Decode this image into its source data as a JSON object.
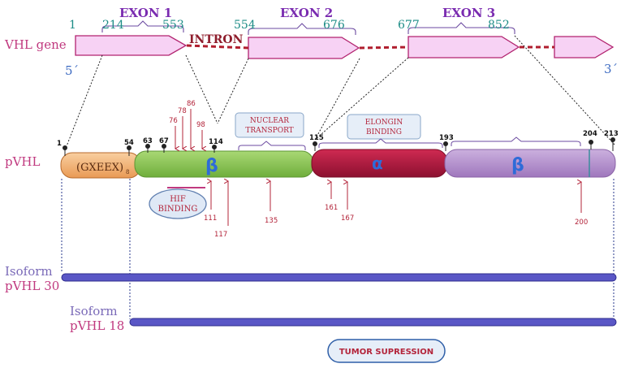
{
  "colors": {
    "exon_fill": "#f7d2f4",
    "exon_stroke": "#b2236f",
    "intron": "#b01e2e",
    "label_pink": "#c0397f",
    "exon_title": "#7a2bb0",
    "exon_num": "#1c8c86",
    "num_blue": "#3d6bc2",
    "mutation": "#b3243a",
    "acidic": "#f2b77c",
    "beta1": "#8fc75a",
    "alpha": "#b0193e",
    "beta2": "#b793cf",
    "greek": "#2e6bd8",
    "isoform_bar": "#5a57c6",
    "isoform_text": "#7a6ab8",
    "box_fill": "#e6eef8",
    "box_stroke": "#8aa7c9"
  },
  "gene": {
    "label": "VHL gene",
    "five_prime": "5´",
    "three_prime": "3´",
    "intron_label": "INTRON",
    "exons": [
      {
        "title": "EXON 1",
        "start": "1",
        "start2": "214",
        "end": "553"
      },
      {
        "title": "EXON 2",
        "start": "554",
        "end": "676"
      },
      {
        "title": "EXON 3",
        "start": "677",
        "end": "852"
      }
    ]
  },
  "protein": {
    "label": "pVHL",
    "acidic_label": "(GXEEX)",
    "acidic_sub": "8",
    "beta_symbol": "β",
    "alpha_symbol": "α",
    "positions": [
      "1",
      "54",
      "63",
      "67",
      "114",
      "115",
      "193",
      "204",
      "213"
    ],
    "mutations_top": [
      "76",
      "78",
      "86",
      "98"
    ],
    "mutations_bottom": [
      "111",
      "117",
      "135",
      "161",
      "167",
      "200"
    ],
    "nuclear_transport": [
      "NUCLEAR",
      "TRANSPORT"
    ],
    "elongin_binding": [
      "ELONGIN",
      "BINDING"
    ],
    "hif_binding": [
      "HIF",
      "BINDING"
    ]
  },
  "isoforms": [
    {
      "line1": "Isoform",
      "line2": "pVHL 30"
    },
    {
      "line1": "Isoform",
      "line2": "pVHL 18"
    }
  ],
  "tumor_suppression": "TUMOR SUPRESSION"
}
